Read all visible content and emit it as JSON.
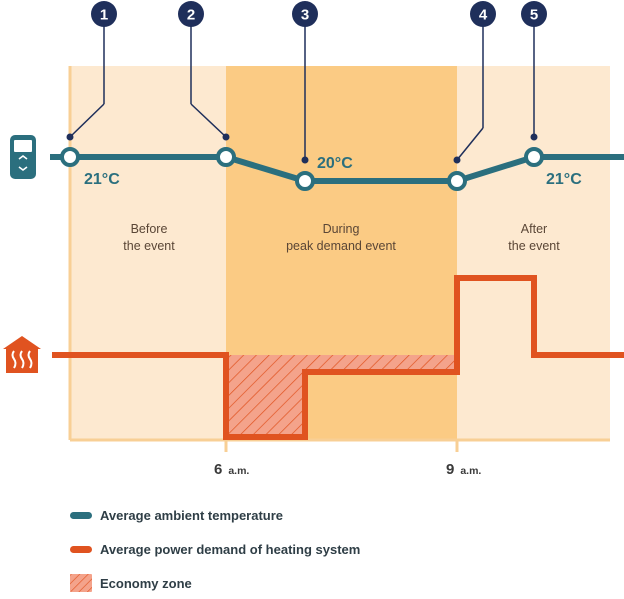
{
  "markers": [
    "1",
    "2",
    "3",
    "4",
    "5"
  ],
  "temperatures": {
    "before": "21°C",
    "during": "20°C",
    "after": "21°C"
  },
  "phases": {
    "before": [
      "Before",
      "the event"
    ],
    "during": [
      "During",
      "peak demand event"
    ],
    "after": [
      "After",
      "the event"
    ]
  },
  "times": [
    {
      "hour": "6",
      "suffix": "a.m."
    },
    {
      "hour": "9",
      "suffix": "a.m."
    }
  ],
  "legend": [
    {
      "label": "Average ambient temperature",
      "color": "#2b6f7e"
    },
    {
      "label": "Average power demand of heating system",
      "color": "#e05320"
    },
    {
      "label": "Economy zone",
      "color": "#f4a38b"
    }
  ],
  "colors": {
    "temperature": "#2b6f7e",
    "power": "#e05320",
    "marker": "#1f2f5b",
    "before_after_bg": "#fde9d0",
    "during_bg": "#fbcb84",
    "economy": "#f4a38b"
  },
  "icons": {
    "thermostat": "thermostat-icon",
    "heater": "heater-icon"
  }
}
